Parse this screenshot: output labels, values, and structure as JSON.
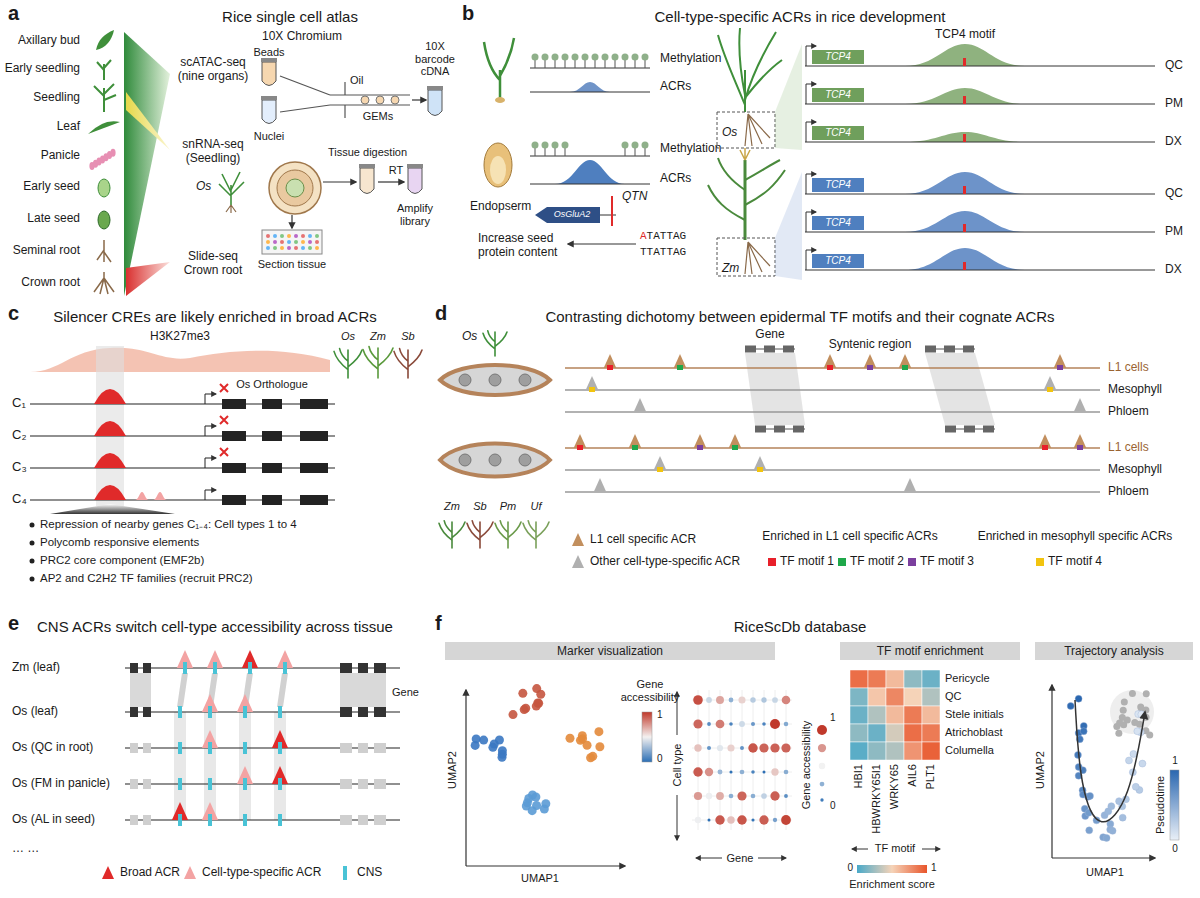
{
  "diagram": {
    "nodes": [
      {
        "text": [
          "Marker visualization"
        ]
      },
      {
        "text": [
          "TF motif enrichment"
        ]
      },
      {
        "text": [
          "Trajectory analysis"
        ]
      }
    ],
    "labels": [
      "a",
      "Rice single cell atlas",
      "Axillary bud",
      "Early seedling",
      "Seedling",
      "Leaf",
      "Panicle",
      "Early seed",
      "Late seed",
      "Seminal root",
      "Crown root",
      "scATAC-seq (nine organs)",
      "snRNA-seq (Seedling)",
      "Os",
      "Slide-seq Crown root",
      "10X Chromium",
      "Beads",
      "Oil",
      "Nuclei",
      "GEMs",
      "10X barcode cDNA",
      "Tissue digestion",
      "RT",
      "Amplify library",
      "Section tissue",
      "b",
      "Cell-type-specific ACRs in rice development",
      "Methylation",
      "ACRs",
      "Endopserm",
      "Methylation",
      "ACRs",
      "OsGluA2",
      "QTN",
      "Increase seed protein content",
      "ATATTAG",
      "TTATTAG",
      "TCP4 motif",
      "TCP4",
      "QC",
      "TCP4",
      "PM",
      "TCP4",
      "DX",
      "Os",
      "TCP4",
      "QC",
      "TCP4",
      "PM",
      "TCP4",
      "DX",
      "Zm",
      "c",
      "Silencer CREs are likely enriched in broad ACRs",
      "H3K27me3",
      "Os",
      "Zm",
      "Sb",
      "Os Orthologue",
      "C₁",
      "C₂",
      "C₃",
      "C₄",
      "Repression of nearby genes C₁₋₄: Cell types 1 to 4",
      "Polycomb responsive elements",
      "PRC2 core component (EMF2b)",
      "AP2 and C2H2 TF families (recruit PRC2)",
      "d",
      "Contrasting dichotomy between epidermal TF motifs and their cognate ACRs",
      "Os",
      "Gene",
      "Syntenic region",
      "L1 cells",
      "Mesophyll",
      "Phloem",
      "L1 cells",
      "Mesophyll",
      "Phloem",
      "Zm",
      "Sb",
      "Pm",
      "Uf",
      "Enriched in L1 cell specific ACRs",
      "Enriched in mesophyll specific ACRs",
      "e",
      "CNS ACRs switch cell-type accessibility across tissue",
      "Zm (leaf)",
      "Os (leaf)",
      "Gene",
      "Os (QC in root)",
      "Os (FM in panicle)",
      "Os (AL in seed)",
      "… …",
      "f",
      "RiceScDb database",
      "Gene accessibility",
      "1",
      "0",
      "UMAP2",
      "UMAP1",
      "Cell type",
      "Gene",
      "Gene accessibility",
      "1",
      "0",
      "Pericycle",
      "QC",
      "Stele initials",
      "Atrichoblast",
      "Columella",
      "HBI1",
      "HBWRKY65I1",
      "WRKY65",
      "AIL6",
      "PLT1",
      "TF motif",
      "0",
      "Enrichment score",
      "1",
      "UMAP2",
      "UMAP1",
      "Pseudotime",
      "1",
      "0"
    ],
    "legend": [
      {
        "text": "L1 cell specific ACR"
      },
      {
        "text": "Other cell-type-specific ACR"
      },
      {
        "text": "TF motif 1",
        "color": "#e8202a"
      },
      {
        "text": "TF motif 2",
        "color": "#1fa84a"
      },
      {
        "text": "TF motif 3",
        "color": "#7b3f9e"
      },
      {
        "text": "TF motif 4",
        "color": "#f2c40f"
      },
      {
        "text": "Broad ACR"
      },
      {
        "text": "Cell-type-specific ACR"
      },
      {
        "text": "CNS"
      }
    ]
  }
}
